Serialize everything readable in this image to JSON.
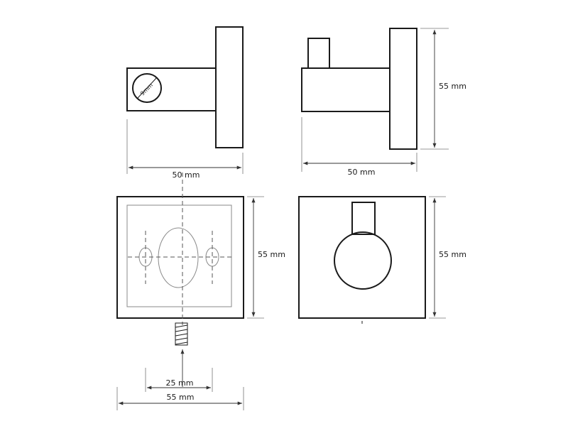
{
  "labels": {
    "side_width": "50 mm",
    "side2_width": "50 mm",
    "side2_height": "55 mm",
    "back_height": "55 mm",
    "front_height": "55 mm",
    "hole_spacing": "25 mm",
    "back_width": "55 mm",
    "bolt_size": "9mm"
  },
  "colors": {
    "line": "#1a1a1a",
    "dimension": "#333333",
    "background": "#ffffff"
  }
}
